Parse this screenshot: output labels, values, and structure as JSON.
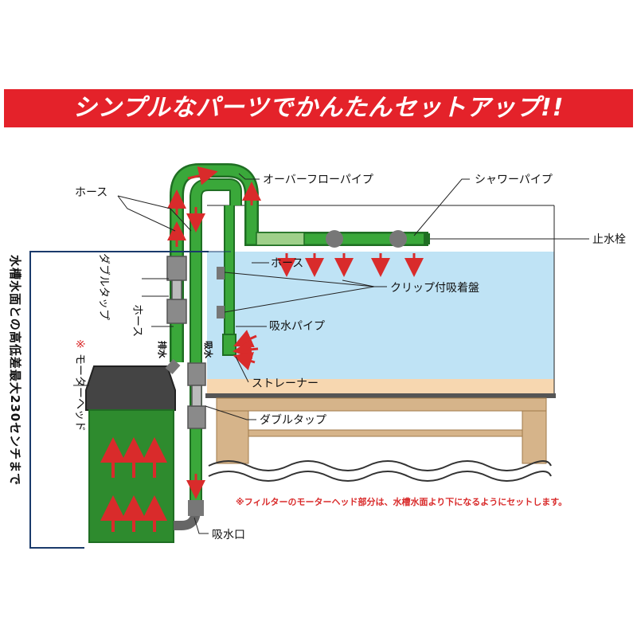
{
  "banner": {
    "text": "シンプルなパーツでかんたんセットアップ!!"
  },
  "labels": {
    "overflow_pipe": "オーバーフローパイプ",
    "shower_pipe": "シャワーパイプ",
    "stop_plug": "止水栓",
    "hose_top": "ホース",
    "hose_tank": "ホース",
    "double_tap_upper": "ダブルタップ",
    "hose_vertical": "ホース",
    "drain_label": "排水",
    "intake_label": "吸水",
    "clip_suction": "クリップ付吸着盤",
    "intake_pipe": "吸水パイプ",
    "strainer": "ストレーナー",
    "double_tap_lower": "ダブルタップ",
    "motor_head": "モーターヘッド",
    "intake_port": "吸水口",
    "height_note": "水槽水面との高低差最大230センチまで",
    "motor_note_mark": "※",
    "footnote": "※フィルターのモーターヘッド部分は、水槽水面より下になるようにセットします。"
  },
  "colors": {
    "banner": "#e4222a",
    "pipe": "#3aa83a",
    "pipe_dark": "#1f6e23",
    "water": "#bfe3f5",
    "sand": "#f7d7b0",
    "stand": "#d6b48a",
    "filter_body": "#2e8b2e",
    "motor_head": "#444444",
    "arrow": "#d92b2b",
    "tap": "#8a8a8a"
  }
}
